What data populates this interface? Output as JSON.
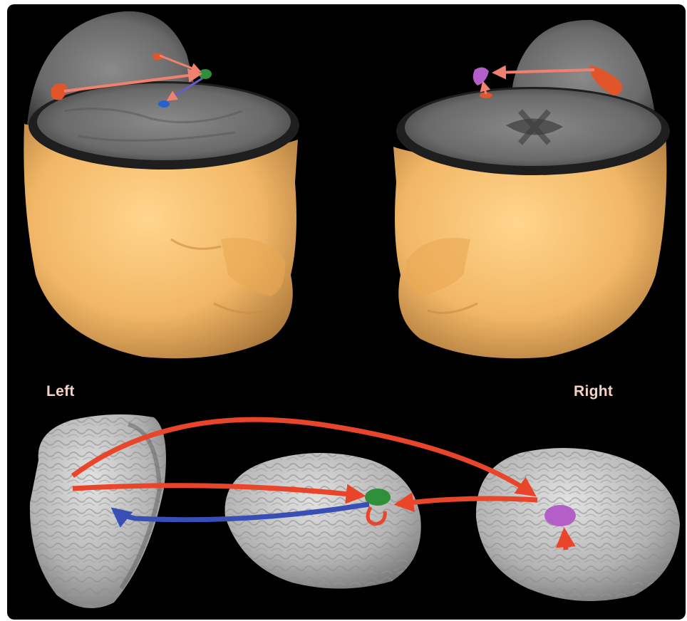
{
  "labels": {
    "left": "Left",
    "right": "Right"
  },
  "colors": {
    "background": "#000000",
    "skin": "#f2b766",
    "brain_surface": "#b9b9b9",
    "mri_slice": "#6f6f6f",
    "forward_arrow": "#e8452a",
    "feedback_arrow": "#3a4fb5",
    "green_region": "#2f8f3a",
    "purple_region": "#b45fc8",
    "blue_region": "#2a5fd0",
    "orange_region": "#e0552a"
  },
  "figure": {
    "upper": [
      "head-left-view",
      "head-right-view"
    ],
    "lower": [
      "brain-frontal-slab",
      "brain-left-lateral",
      "brain-right-lateral"
    ]
  }
}
